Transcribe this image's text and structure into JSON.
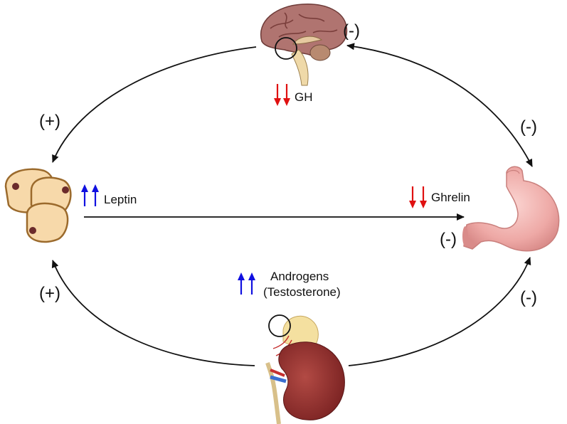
{
  "colors": {
    "increase_arrow": "#1010e0",
    "decrease_arrow": "#e01010",
    "connector": "#111111",
    "brain": "#b07470",
    "fat_cell": "#f7d9aa",
    "fat_cell_outline": "#9b6a2c",
    "stomach": "#eea9a6",
    "kidney": "#8e2a2a",
    "adrenal": "#f4e0a0"
  },
  "icons": {
    "brain": "brain-icon",
    "fat_cells": "adipocyte-icon",
    "stomach": "stomach-icon",
    "kidney": "kidney-adrenal-icon"
  },
  "labels": {
    "gh": "GH",
    "leptin": "Leptin",
    "ghrelin": "Ghrelin",
    "androgens_line1": "Androgens",
    "androgens_line2": "(Testosterone)"
  },
  "signs": {
    "brain_right": "(-)",
    "left_upper": "(+)",
    "right_upper": "(-)",
    "stomach_left": "(-)",
    "left_lower": "(+)",
    "right_lower": "(-)"
  }
}
